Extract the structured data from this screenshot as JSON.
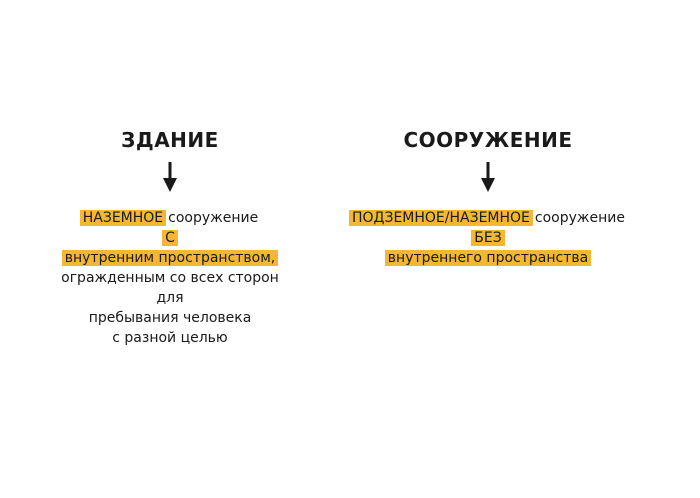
{
  "left": {
    "heading": "ЗДАНИЕ",
    "line1_highlight": "НАЗЕМНОЕ",
    "line1_rest": "сооружение",
    "line2_highlight": "С",
    "line3_highlight": "внутренним пространством,",
    "line4": "огражденным со всех сторон",
    "line5": "для",
    "line6": "пребывания человека",
    "line7": "с разной целью"
  },
  "right": {
    "heading": "СООРУЖЕНИЕ",
    "line1_highlight": "ПОДЗЕМНОЕ/НАЗЕМНОЕ",
    "line1_rest": "сооружение",
    "line2_highlight": "БЕЗ",
    "line3_highlight": "внутреннего пространства"
  },
  "colors": {
    "highlight": "#f5b731",
    "text": "#1a1a1a"
  },
  "icons": {
    "arrow": "arrow-down-icon"
  }
}
